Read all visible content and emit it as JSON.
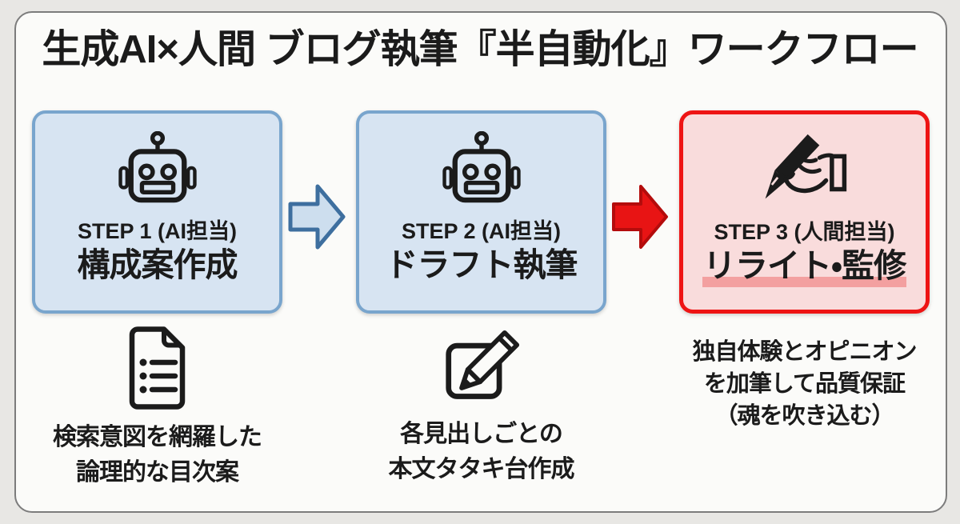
{
  "title": "生成AI×人間 ブログ執筆『半自動化』ワークフロー",
  "steps": [
    {
      "label": "STEP 1 (AI担当)",
      "title": "構成案作成",
      "icon": "robot-icon",
      "owner": "ai"
    },
    {
      "label": "STEP 2 (AI担当)",
      "title": "ドラフト執筆",
      "icon": "robot-icon",
      "owner": "ai"
    },
    {
      "label": "STEP 3 (人間担当)",
      "title": "リライト・監修",
      "icon": "writing-hand-icon",
      "owner": "human"
    }
  ],
  "arrows": [
    {
      "direction": "right",
      "color_theme": "blue"
    },
    {
      "direction": "right",
      "color_theme": "red"
    }
  ],
  "notes": [
    {
      "icon": "document-list-icon",
      "lines": [
        "検索意図を網羅した",
        "論理的な目次案"
      ]
    },
    {
      "icon": "pencil-edit-icon",
      "lines": [
        "各見出しごとの",
        "本文タタキ台作成"
      ]
    },
    {
      "icon": "",
      "lines": [
        "独自体験とオピニオン",
        "を加筆して品質保証",
        "（魂を吹き込む）"
      ]
    }
  ],
  "colors": {
    "page_bg": "#e8e7e4",
    "card_bg": "#fbfbf9",
    "card_border": "#7c7c7c",
    "text": "#1b1b1b",
    "ai_fill": "#d7e4f2",
    "ai_border": "#79a5cd",
    "human_fill": "#f9dcdc",
    "human_border": "#ee1414",
    "highlight": "#f3a0a0",
    "arrow_blue_fill": "#cddeee",
    "arrow_blue_border": "#3e6f9f",
    "arrow_red_fill": "#e81414",
    "arrow_red_border": "#b40c0c"
  }
}
